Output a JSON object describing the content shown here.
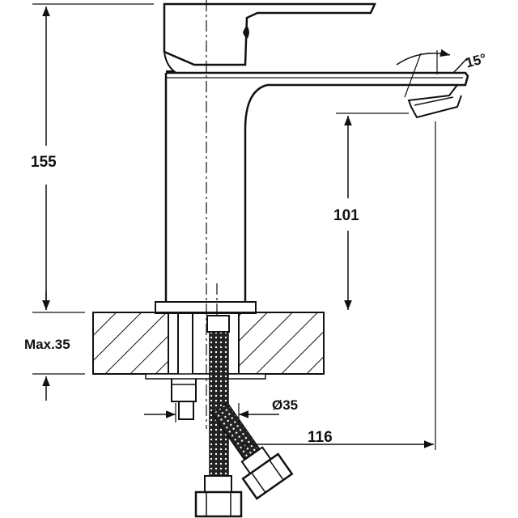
{
  "dimensions": {
    "height_total": "155",
    "spout_height": "101",
    "max_thickness": "Max.35",
    "hole_diameter": "Ø35",
    "reach": "116",
    "lever_angle": "15°"
  },
  "colors": {
    "line": "#111111",
    "hatch": "#111111",
    "background": "#ffffff"
  }
}
